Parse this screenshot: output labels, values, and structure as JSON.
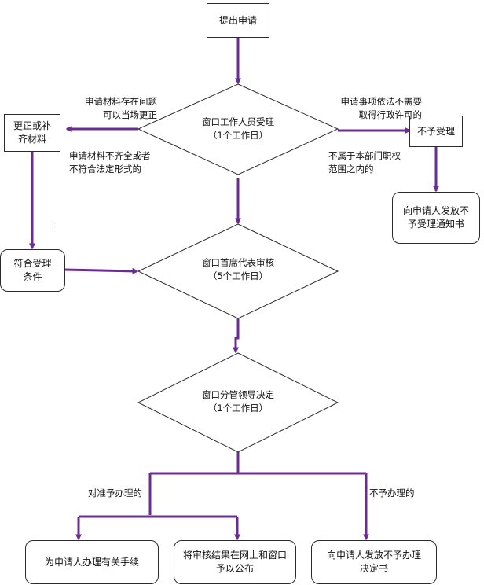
{
  "nodes": {
    "start": "提出申请",
    "reception": "窗口工作人员受理\n（1个工作日）",
    "correct": "更正或补\n齐材料",
    "reject": "不予受理",
    "reject_notice": "向申请人发放不\n予受理通知书",
    "qualified": "符合受理\n条件",
    "chief_review": "窗口首席代表审核\n（5个工作日）",
    "leader_decision": "窗口分管领导决定\n（1个工作日）",
    "procedures": "为申请人办理有关手续",
    "publish": "将审核结果在网上和窗口\n予以公布",
    "no_handle_decision": "向申请人发放不予办理\n决定书"
  },
  "edge_labels": {
    "correctable": "申请材料存在问题\n可以当场更正",
    "incomplete": "申请材料不齐全或者\n不符合法定形式的",
    "no_permit_needed": "申请事项依法不需要\n取得行政许可的",
    "out_of_scope": "不属于本部门职权\n范围之内的",
    "approved": "对准予办理的",
    "not_approved": "不予办理的"
  },
  "colors": {
    "arrow": "#6a2c91",
    "border": "#2b2b2b"
  }
}
